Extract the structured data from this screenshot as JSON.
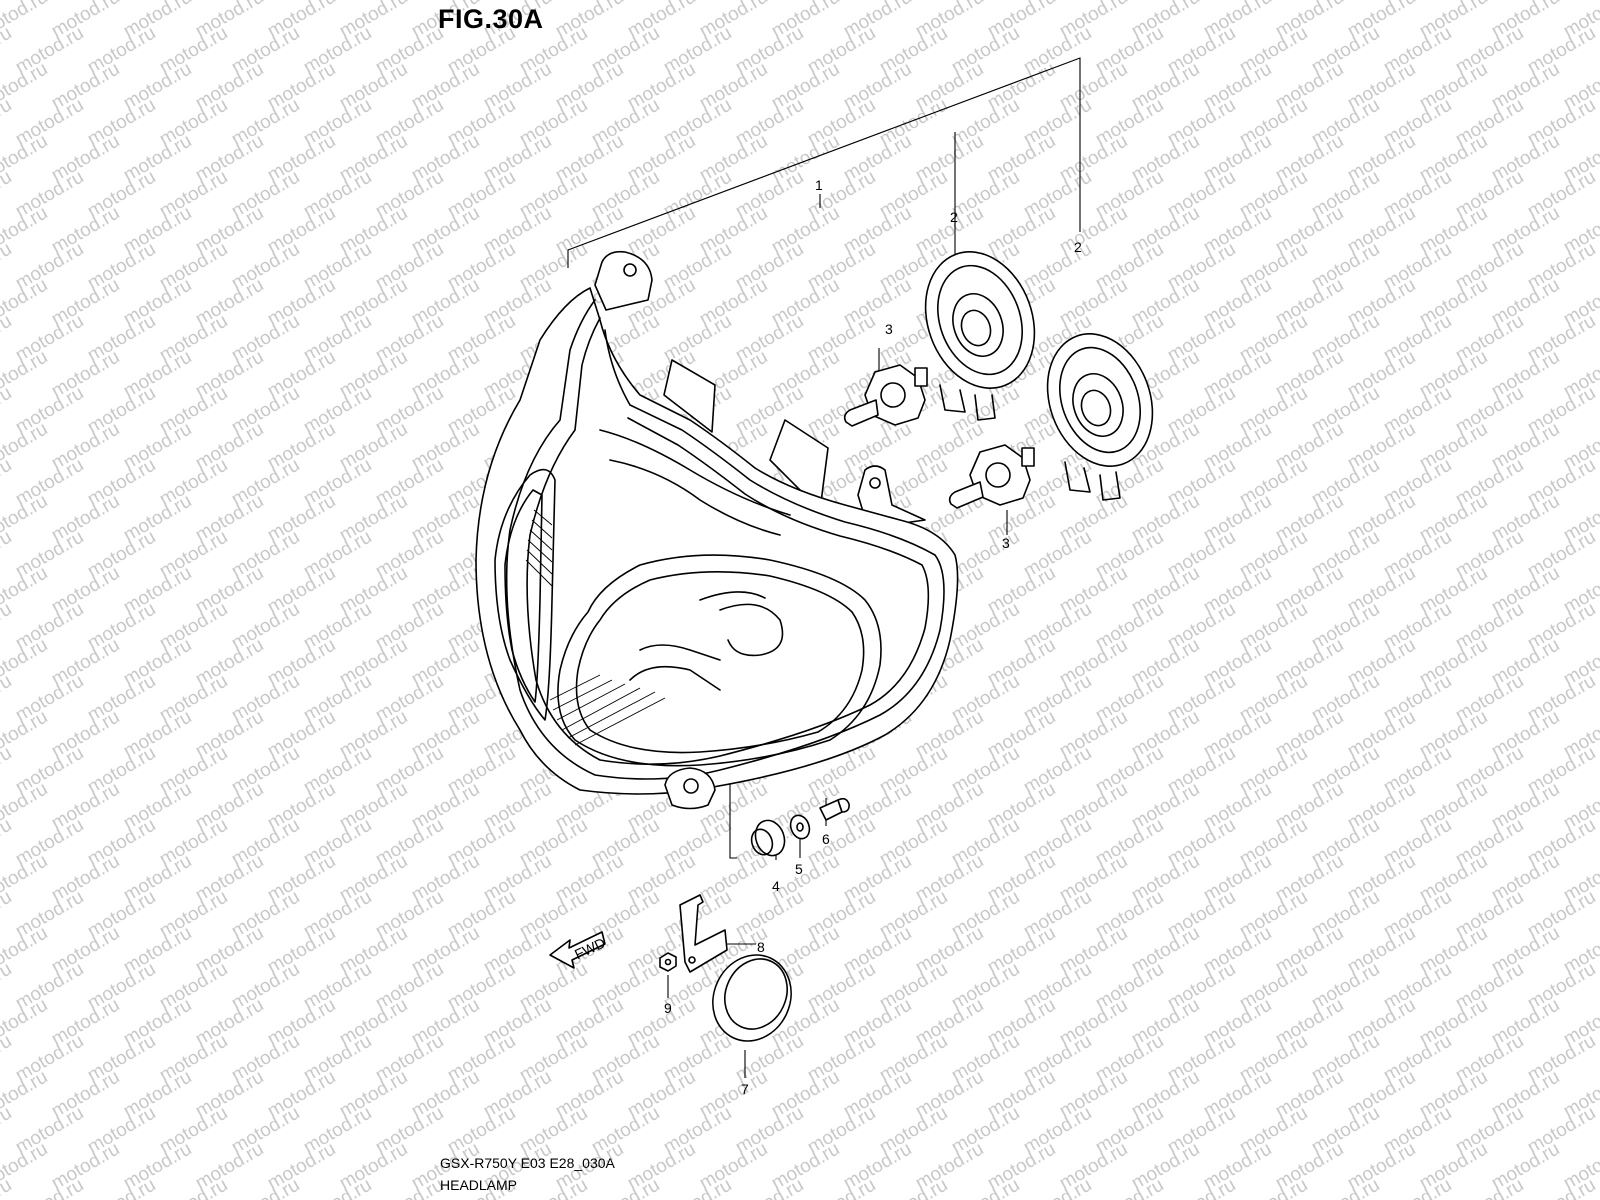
{
  "figure": {
    "title": "FIG.30A",
    "code": "GSX-R750Y E03 E28_030A",
    "name": "HEADLAMP",
    "watermark": "motod.ru"
  },
  "callouts": {
    "headlamp_assy": "1",
    "socket_a": "2",
    "socket_b": "2",
    "bulb_a": "3",
    "bulb_b": "3",
    "grommet": "4",
    "washer": "5",
    "screw": "6",
    "reflector": "7",
    "bracket": "8",
    "nut": "9",
    "fwd_arrow": "FWD"
  },
  "icons": [
    "fwd-arrow-icon"
  ]
}
